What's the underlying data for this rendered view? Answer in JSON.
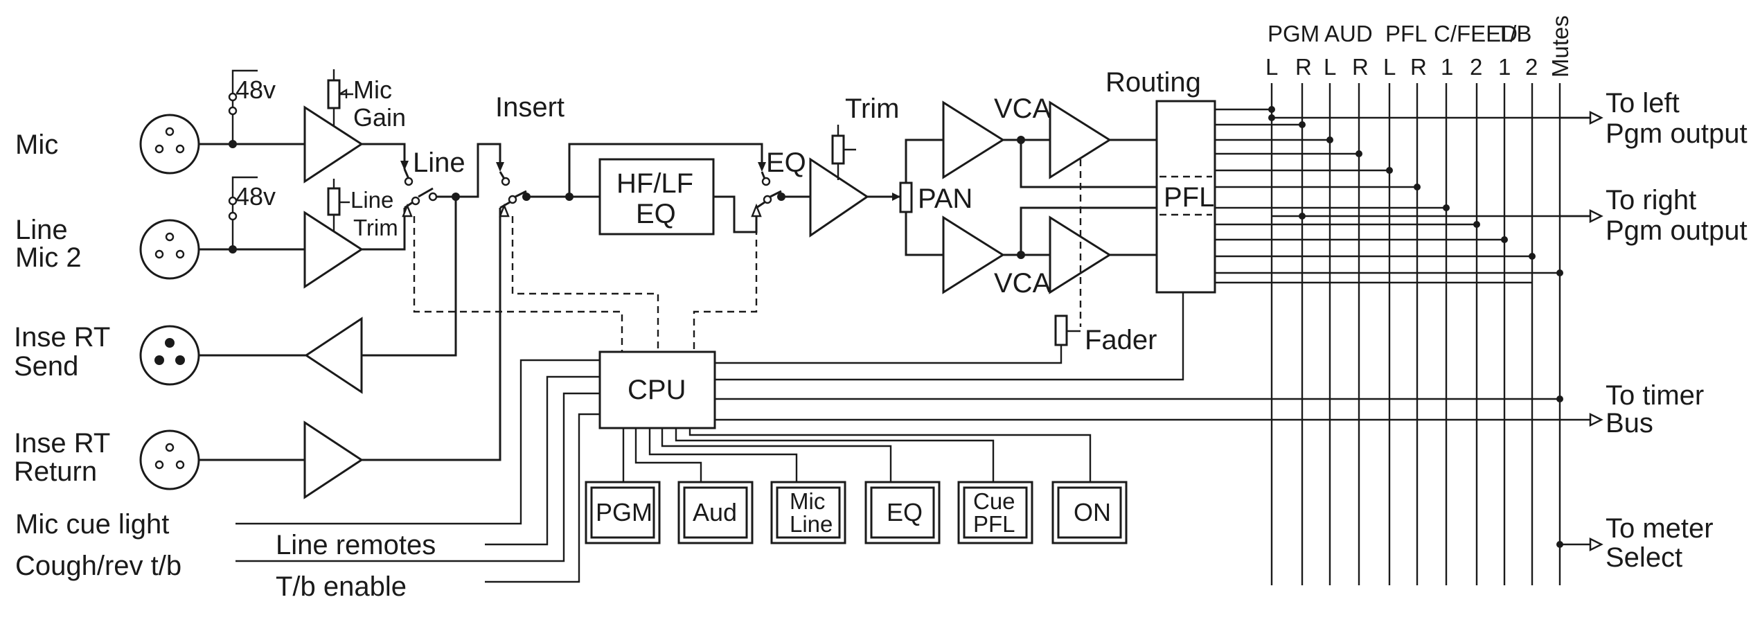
{
  "inputs": {
    "mic": "Mic",
    "line_mic2_a": "Line",
    "line_mic2_b": "Mic 2",
    "insert_send_a": "Inse RT",
    "insert_send_b": "Send",
    "insert_return_a": "Inse RT",
    "insert_return_b": "Return",
    "mic_cue_light": "Mic cue light",
    "line_remotes": "Line remotes",
    "cough_rev": "Cough/rev  t/b",
    "tb_enable": "T/b enable"
  },
  "labels": {
    "phantom_1": "48v",
    "phantom_2": "48v",
    "mic_gain_a": "Mic",
    "mic_gain_b": "Gain",
    "line_trim_a": "Line",
    "line_trim_b": "Trim",
    "line_switch": "Line",
    "insert": "Insert",
    "eq_switch": "EQ",
    "hf_lf_a": "HF/LF",
    "hf_lf_b": "EQ",
    "trim": "Trim",
    "pan": "PAN",
    "vca_top": "VCA",
    "vca_bottom": "VCA",
    "routing": "Routing",
    "pfl": "PFL",
    "fader": "Fader",
    "cpu": "CPU"
  },
  "buttons": {
    "pgm": "PGM",
    "aud": "Aud",
    "mic_line_a": "Mic",
    "mic_line_b": "Line",
    "eq": "EQ",
    "cue_pfl_a": "Cue",
    "cue_pfl_b": "PFL",
    "on": "ON"
  },
  "buses": {
    "pgm": "PGM",
    "aud": "AUD",
    "pfl": "PFL",
    "cfeed": "C/FEED",
    "tb": "T/B",
    "mutes": "Mutes",
    "sub": [
      "L",
      "R",
      "L",
      "R",
      "L",
      "R",
      "1",
      "2",
      "1",
      "2"
    ]
  },
  "outputs": {
    "left_a": "To left",
    "left_b": "Pgm output",
    "right_a": "To right",
    "right_b": "Pgm output",
    "timer_a": "To timer",
    "timer_b": "Bus",
    "meter_a": "To meter",
    "meter_b": "Select"
  }
}
